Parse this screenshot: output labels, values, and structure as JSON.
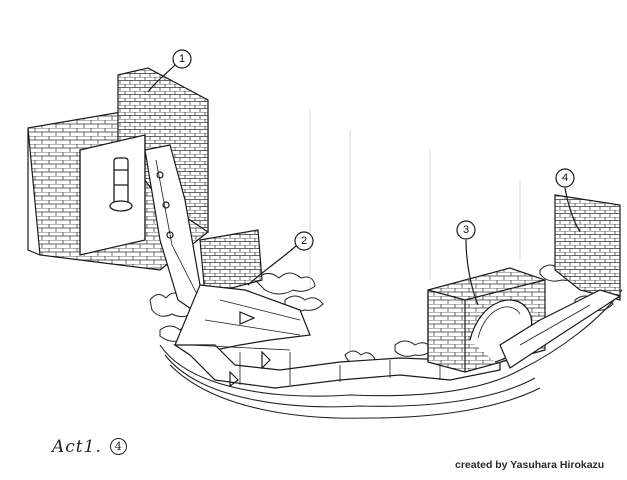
{
  "callouts": [
    {
      "id": "1",
      "label": "1"
    },
    {
      "id": "2",
      "label": "2"
    },
    {
      "id": "3",
      "label": "3"
    },
    {
      "id": "4",
      "label": "4"
    }
  ],
  "act_label": {
    "text": "Act1.",
    "number": "4"
  },
  "credit": "created by Yasuhara Hirokazu",
  "colors": {
    "ink": "#1a1a1a",
    "paper": "#ffffff"
  }
}
